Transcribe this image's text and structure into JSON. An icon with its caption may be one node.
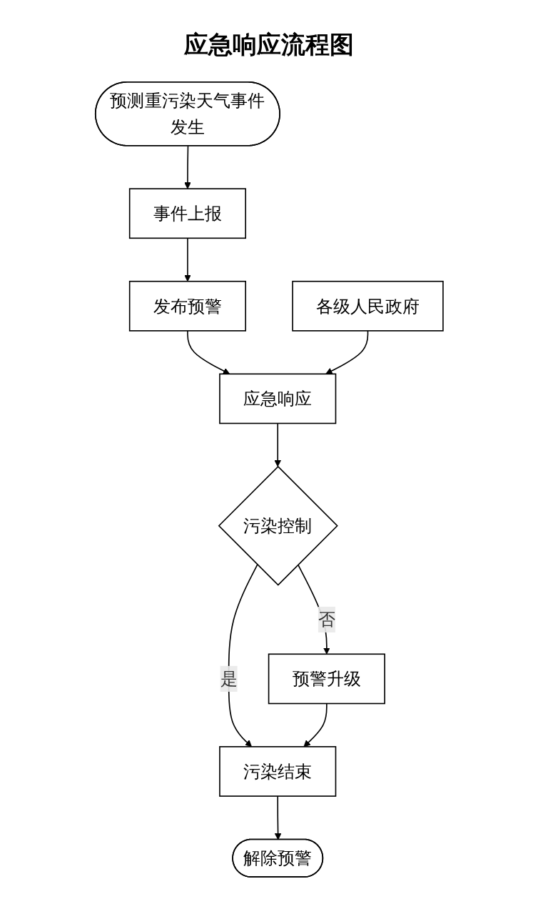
{
  "diagram": {
    "title": "应急响应流程图",
    "nodes": [
      {
        "text": [
          "预测重污染天气事件发生"
        ]
      },
      {
        "text": [
          "事件上报"
        ]
      },
      {
        "text": [
          "发布预警"
        ]
      },
      {
        "text": [
          "应急响应"
        ]
      },
      {
        "text": [
          "各级人民政府"
        ]
      },
      {
        "text": [
          "污染控制"
        ]
      },
      {
        "text": [
          "预警升级"
        ]
      },
      {
        "text": [
          "污染结束"
        ]
      },
      {
        "text": [
          "解除预警"
        ]
      }
    ],
    "edges": [
      {
        "from": 0,
        "to": 1,
        "arrow": "to"
      },
      {
        "from": 1,
        "to": 2,
        "arrow": "to"
      },
      {
        "from": 2,
        "to": 3,
        "arrow": "to"
      },
      {
        "from": 4,
        "to": 3,
        "arrow": "to"
      },
      {
        "from": 3,
        "to": 5,
        "arrow": "to"
      },
      {
        "from": 5,
        "to": 6,
        "label": "否",
        "arrow": "to"
      },
      {
        "from": 5,
        "to": 7,
        "label": "是",
        "arrow": "to"
      },
      {
        "from": 6,
        "to": 7,
        "arrow": "to"
      },
      {
        "from": 7,
        "to": 8,
        "arrow": "to"
      }
    ]
  }
}
